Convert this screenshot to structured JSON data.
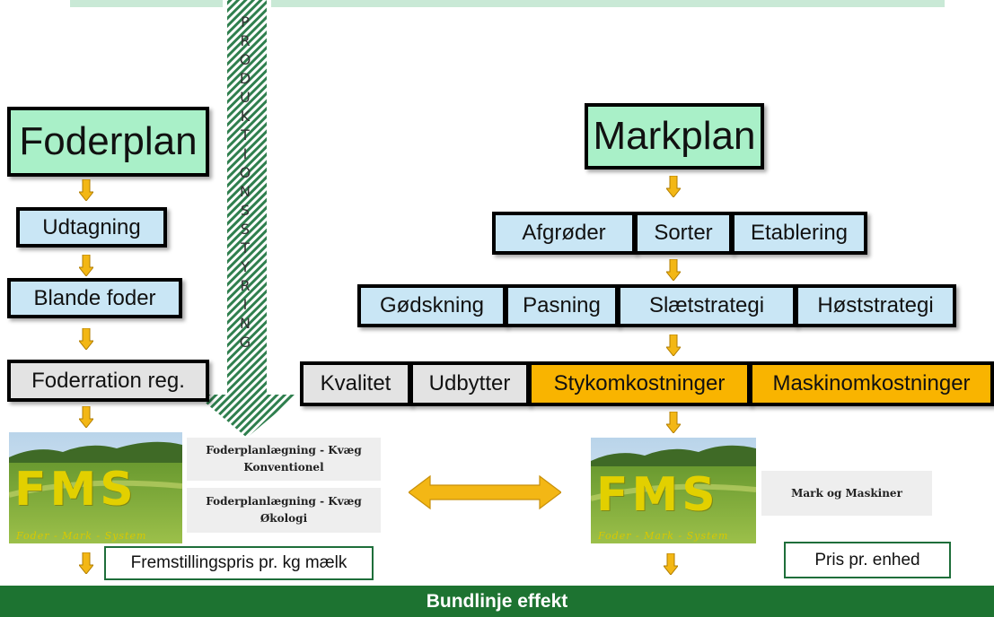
{
  "left": {
    "title": "Foderplan",
    "steps": [
      "Udtagning",
      "Blande foder",
      "Foderration reg."
    ],
    "tiles": [
      "Foderplanlægning - Kvæg Konventionel",
      "Foderplanlægning - Kvæg Økologi"
    ],
    "result": "Fremstillingspris pr. kg mælk"
  },
  "right": {
    "title": "Markplan",
    "row1": [
      "Afgrøder",
      "Sorter",
      "Etablering"
    ],
    "row2": [
      "Gødskning",
      "Pasning",
      "Slætstrategi",
      "Høststrategi"
    ],
    "row3": [
      "Kvalitet",
      "Udbytter",
      "Stykomkostninger",
      "Maskinomkostninger"
    ],
    "tile": "Mark og Maskiner",
    "result": "Pris pr. enhed"
  },
  "fms": {
    "letters": "FMS",
    "subtitle": "Foder - Mark - System"
  },
  "production_letters": [
    "P",
    "R",
    "O",
    "D",
    "U",
    "K",
    "T",
    "I",
    "O",
    "N",
    "S",
    "S",
    "T",
    "Y",
    "R",
    "I",
    "N",
    "G"
  ],
  "bottom_banner": "Bundlinje effekt",
  "colors": {
    "title_fill": "#a9f0c8",
    "step_fill": "#c9e6f5",
    "gray_fill": "#e3e3e3",
    "cost_fill": "#f9b400",
    "arrow_fill": "#f3b715",
    "banner": "#1d7331"
  }
}
